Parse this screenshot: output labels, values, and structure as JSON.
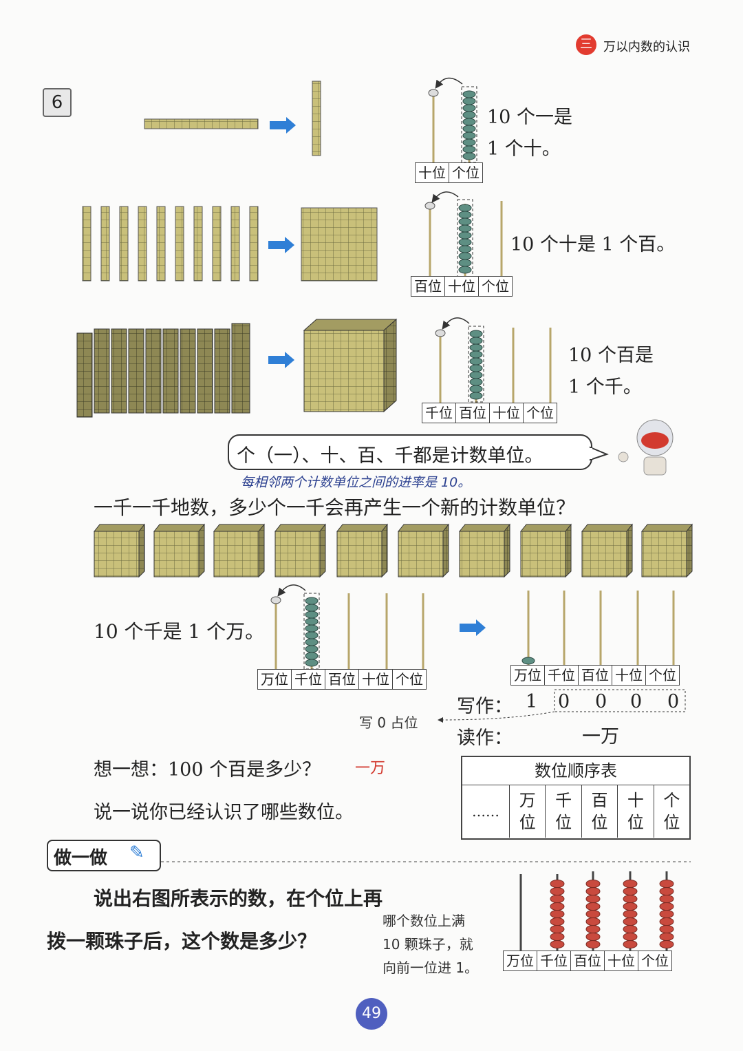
{
  "header": {
    "unit_number": "三",
    "unit_title": "万以内数的认识"
  },
  "example": {
    "number": "6"
  },
  "rows": [
    {
      "statement_line1": "10 个一是",
      "statement_line2": "1 个十。",
      "places": [
        "十位",
        "个位"
      ]
    },
    {
      "statement": "10 个十是 1 个百。",
      "places": [
        "百位",
        "十位",
        "个位"
      ]
    },
    {
      "statement_line1": "10 个百是",
      "statement_line2": "1 个千。",
      "places": [
        "千位",
        "百位",
        "十位",
        "个位"
      ]
    }
  ],
  "speech_bubble": "个（一）、十、百、千都是计数单位。",
  "handwritten_note": "每相邻两个计数单位之间的进率是 10。",
  "question": "一千一千地数，多少个一千会再产生一个新的计数单位？",
  "thousands_row": {
    "statement": "10 个千是 1 个万。",
    "places": [
      "万位",
      "千位",
      "百位",
      "十位",
      "个位"
    ]
  },
  "write_as": {
    "label": "写作：",
    "digits": [
      "1",
      "0",
      "0",
      "0",
      "0"
    ]
  },
  "placeholder_note": "写 0 占位",
  "read_as": {
    "label": "读作：",
    "value": "一万"
  },
  "think": {
    "prompt": "想一想：100 个百是多少？",
    "answer": "一万"
  },
  "say": "说一说你已经认识了哪些数位。",
  "place_table": {
    "title": "数位顺序表",
    "ellipsis": "……",
    "cols": [
      [
        "万",
        "位"
      ],
      [
        "千",
        "位"
      ],
      [
        "百",
        "位"
      ],
      [
        "十",
        "位"
      ],
      [
        "个",
        "位"
      ]
    ]
  },
  "practice": {
    "label": "做一做",
    "line1": "说出右图所表示的数，在个位上再",
    "line2": "拨一颗珠子后，这个数是多少？",
    "note_lines": [
      "哪个数位上满",
      "10 颗珠子，就",
      "向前一位进 1。"
    ],
    "places": [
      "万位",
      "千位",
      "百位",
      "十位",
      "个位"
    ],
    "bead_counts": [
      0,
      9,
      9,
      9,
      9
    ]
  },
  "page_number": "49",
  "colors": {
    "bead_green": "#5e8f83",
    "bead_red": "#c94a3e",
    "block": "#c9c07a",
    "arrow": "#2f7fd6",
    "header_red": "#e23b2f"
  }
}
